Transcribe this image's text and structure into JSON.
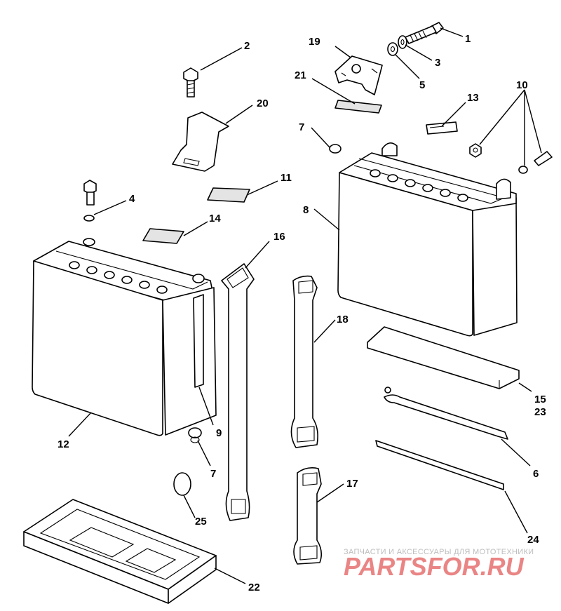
{
  "callouts": {
    "c1": "1",
    "c2": "2",
    "c3": "3",
    "c4": "4",
    "c5": "5",
    "c6": "6",
    "c7a": "7",
    "c7b": "7",
    "c8": "8",
    "c9": "9",
    "c10": "10",
    "c11": "11",
    "c12": "12",
    "c13": "13",
    "c14": "14",
    "c15": "15",
    "c16": "16",
    "c17": "17",
    "c18": "18",
    "c19": "19",
    "c20": "20",
    "c21": "21",
    "c22": "22",
    "c23": "23",
    "c24": "24",
    "c25": "25"
  },
  "watermark": {
    "tagline": "ЗАПЧАСТИ И АКСЕССУАРЫ ДЛЯ МОТОТЕХНИКИ",
    "brand": "PARTSFOR.RU"
  },
  "colors": {
    "watermark_brand": "#e35d5d",
    "watermark_tagline": "#bdbdbd",
    "line": "#000000"
  }
}
